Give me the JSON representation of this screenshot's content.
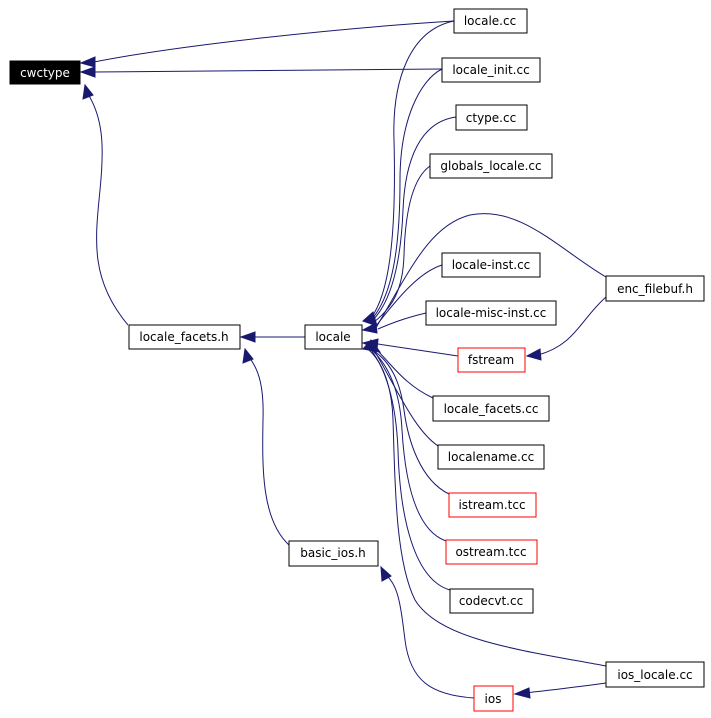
{
  "graph": {
    "edge_color": "#191970",
    "nodes": {
      "cwctype": "cwctype",
      "locale_facets_h": "locale_facets.h",
      "locale": "locale",
      "basic_ios_h": "basic_ios.h",
      "locale_cc": "locale.cc",
      "locale_init_cc": "locale_init.cc",
      "ctype_cc": "ctype.cc",
      "globals_locale_cc": "globals_locale.cc",
      "locale_inst_cc": "locale-inst.cc",
      "locale_misc_inst_cc": "locale-misc-inst.cc",
      "fstream": "fstream",
      "locale_facets_cc": "locale_facets.cc",
      "localename_cc": "localename.cc",
      "istream_tcc": "istream.tcc",
      "ostream_tcc": "ostream.tcc",
      "codecvt_cc": "codecvt.cc",
      "enc_filebuf_h": "enc_filebuf.h",
      "ios_locale_cc": "ios_locale.cc",
      "ios": "ios"
    }
  }
}
